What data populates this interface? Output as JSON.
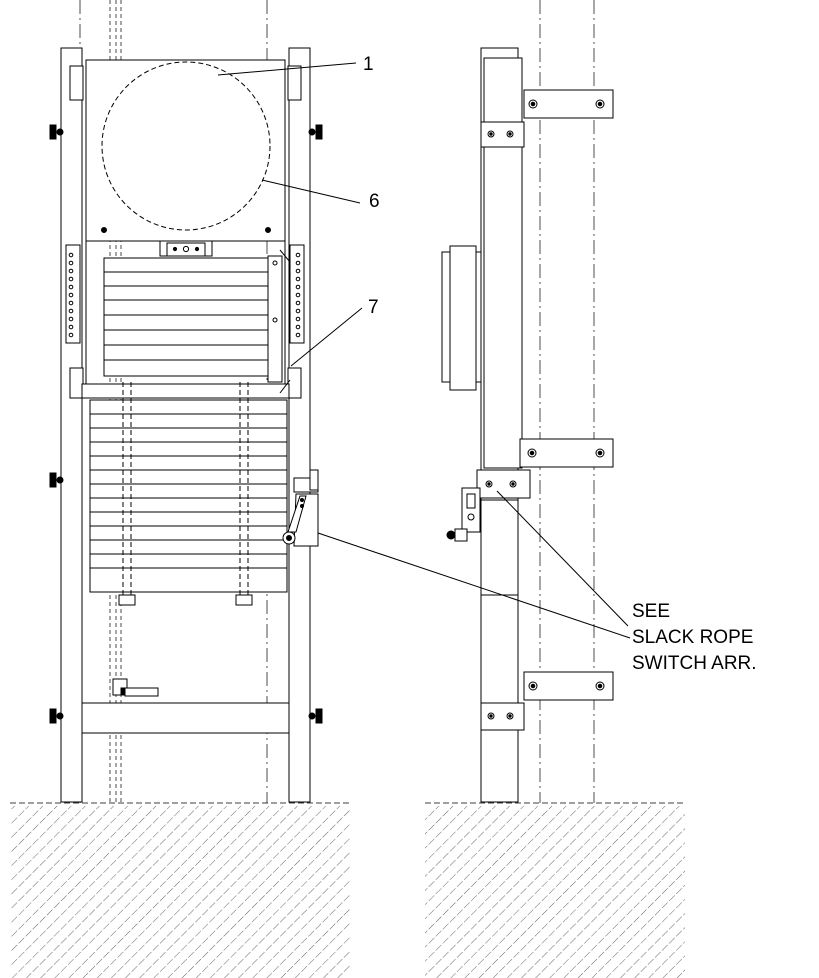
{
  "callouts": {
    "c1": "1",
    "c6": "6",
    "c7": "7"
  },
  "note": {
    "line1": "SEE",
    "line2": "SLACK ROPE",
    "line3": "SWITCH ARR."
  },
  "colors": {
    "line": "#000000",
    "background": "#ffffff"
  }
}
